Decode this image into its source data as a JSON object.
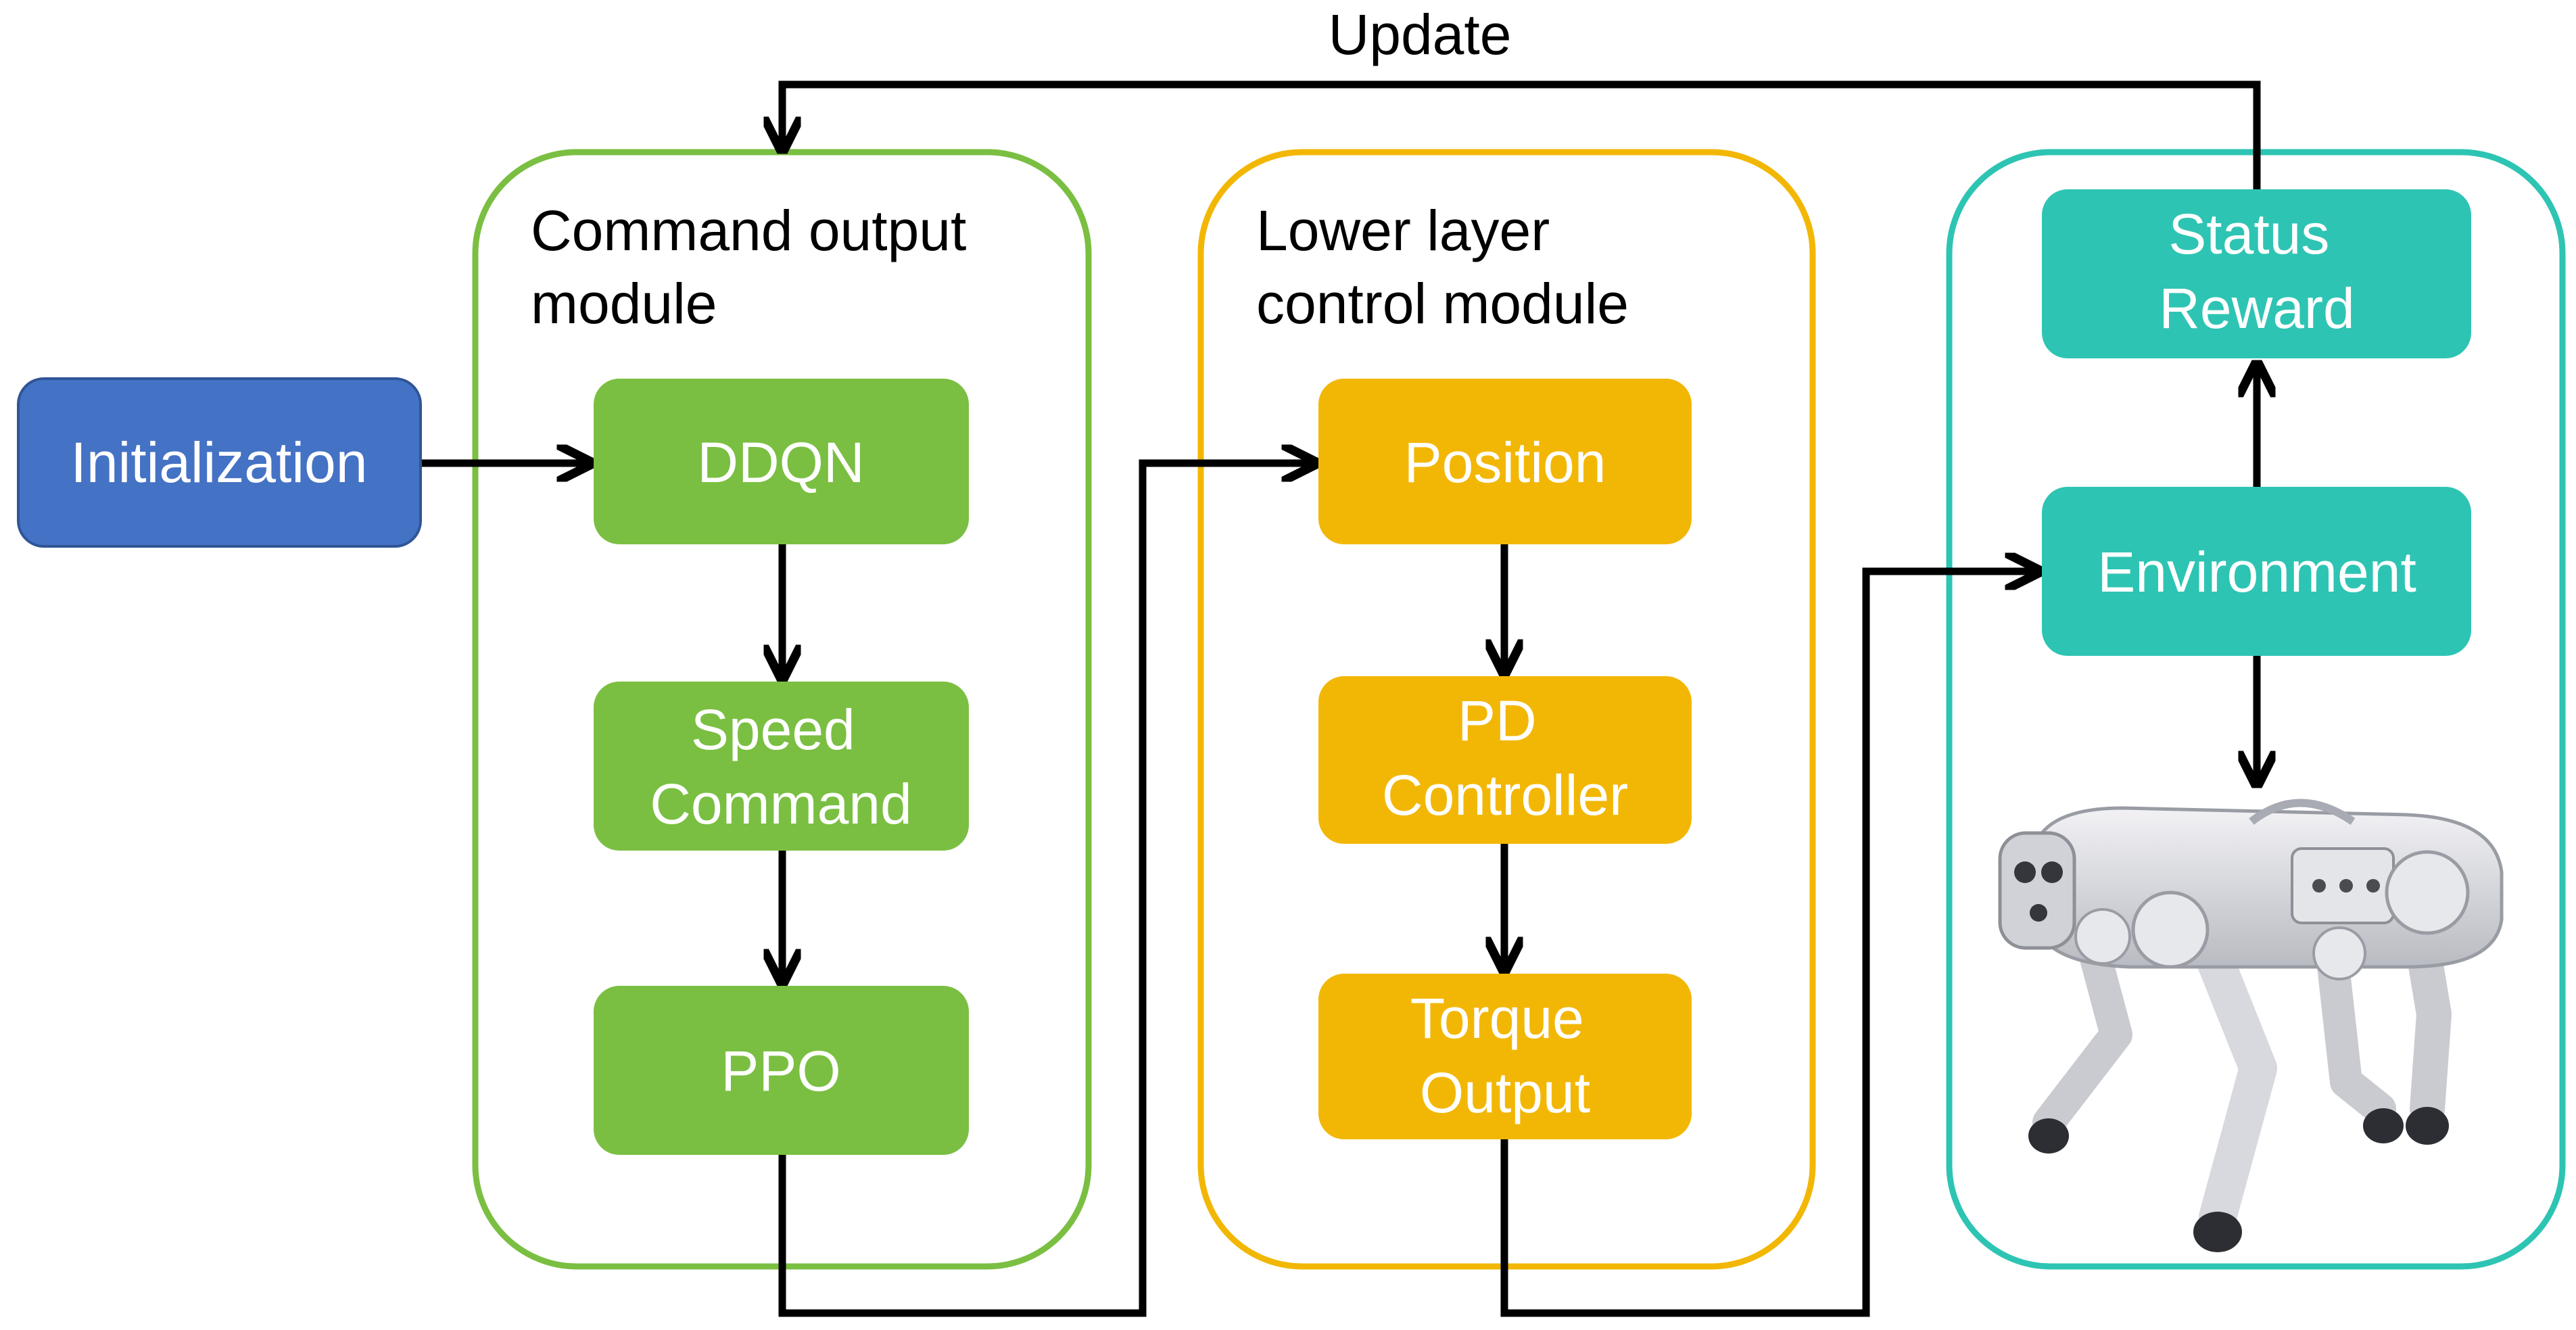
{
  "diagram": {
    "update_label": "Update",
    "initialization_label": "Initialization",
    "command_module": {
      "title_line1": "Command output",
      "title_line2": "module",
      "ddqn": "DDQN",
      "speed_line1": "Speed",
      "speed_line2": "Command",
      "ppo": "PPO"
    },
    "control_module": {
      "title_line1": "Lower layer",
      "title_line2": "control module",
      "position": "Position",
      "pd_line1": "PD",
      "pd_line2": "Controller",
      "torque_line1": "Torque",
      "torque_line2": "Output"
    },
    "env_module": {
      "status_line1": "Status",
      "status_line2": "Reward",
      "environment": "Environment"
    },
    "colors": {
      "blue": "#4472C4",
      "green": "#7ABF42",
      "yellow": "#F2B705",
      "teal": "#2EC4B3",
      "arrow": "#000000",
      "robot": "#D9D9DE"
    },
    "icons": [
      "robot-dog-icon"
    ]
  }
}
